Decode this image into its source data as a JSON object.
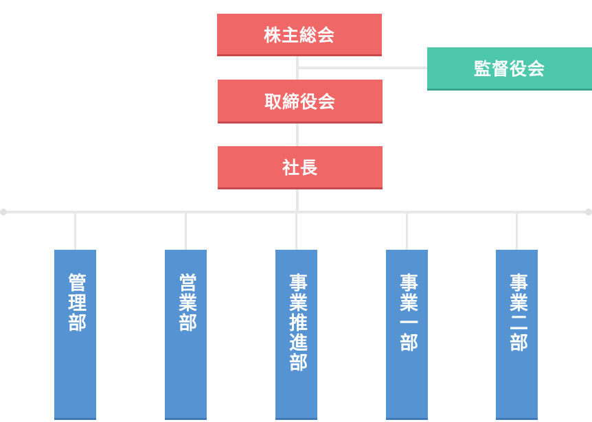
{
  "top": {
    "shareholders": "株主総会",
    "audit_board": "監督役会",
    "board_of_directors": "取締役会",
    "president": "社長"
  },
  "departments": [
    {
      "label": "管理部"
    },
    {
      "label": "営業部"
    },
    {
      "label": "事業推進部"
    },
    {
      "label": "事業一部"
    },
    {
      "label": "事業二部"
    }
  ],
  "colors": {
    "executive": "#ef6767",
    "audit": "#4ec8ad",
    "department": "#5693d3",
    "connector": "#e8e8e8"
  }
}
